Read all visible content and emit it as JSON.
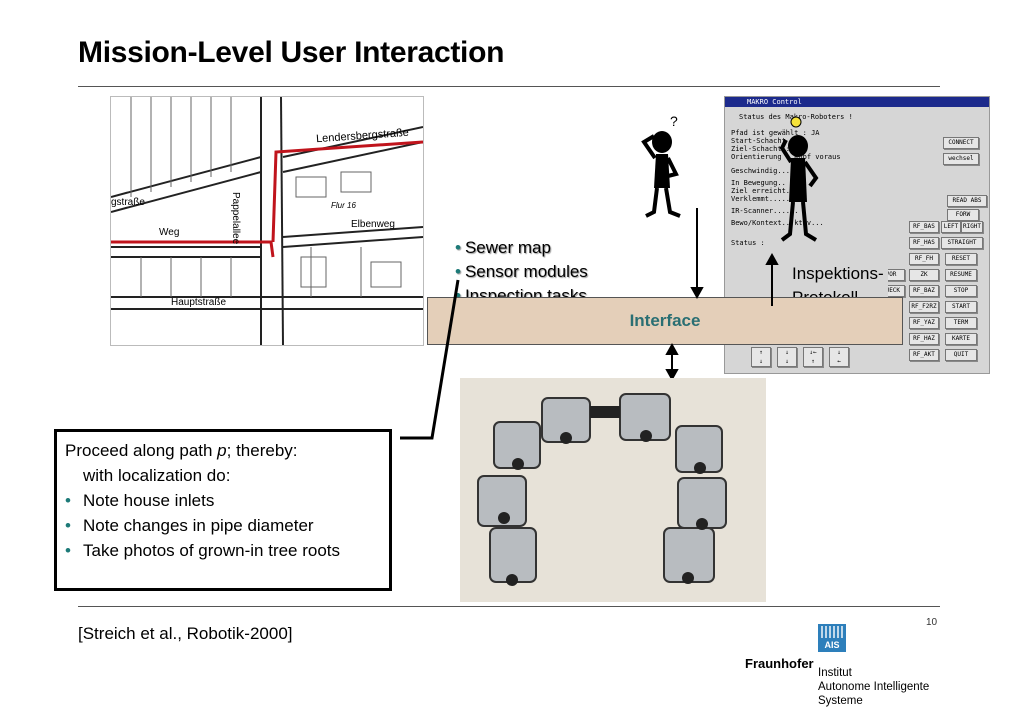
{
  "slide": {
    "title": "Mission-Level User Interaction",
    "page_number": "10",
    "citation": "[Streich et al., Robotik-2000]"
  },
  "map": {
    "streets": [
      "Lendersbergstraße",
      "Pappelallee",
      "Elbenweg",
      "gstraße",
      "Weg",
      "Hauptstraße",
      "Flur 16"
    ]
  },
  "bullets": [
    "Sewer map",
    "Sensor modules",
    "Inspection tasks"
  ],
  "interface_label": "Interface",
  "protokoll": [
    "Inspektions-",
    "Protokoll"
  ],
  "makro": {
    "window_title": "MAKRO Control",
    "status_line": "Status des Makro-Roboters !",
    "left_lines": [
      "Pfad ist gewählt :   JA",
      "Start-Schacht :",
      "Ziel-Schacht :",
      "Orientierung :        Kopf voraus",
      "Geschwindig...",
      "In Bewegung..",
      "Ziel erreicht..",
      "Verklemmt........",
      "IR-Scanner......",
      "Bewo/Kontext...ktiv...",
      "Status :"
    ],
    "buttons_top": [
      "CONNECT",
      "wechsel",
      "READ ABS",
      "FORW"
    ],
    "button_rows": [
      [
        "RF_BAS",
        "LEFT",
        "RIGHT"
      ],
      [
        "RF_HAS",
        "STRAIGHT"
      ],
      [
        "RF_FH",
        "RESET"
      ],
      [
        "VOR",
        "ZK",
        "RESUME"
      ],
      [
        "RUECK",
        "RF_BAZ",
        "STOP"
      ],
      [
        "RF_F2RZ",
        "START"
      ],
      [
        "RF_YAZ",
        "TERM"
      ],
      [
        "RF_HAZ",
        "KARTE"
      ],
      [
        "RF_AKT",
        "QUIT"
      ]
    ]
  },
  "procedure": {
    "line1_prefix": "Proceed along path ",
    "line1_var": "p",
    "line1_suffix": "; thereby:",
    "line2": "with localization do:",
    "items": [
      "Note house inlets",
      "Note changes in pipe diameter",
      "Take photos of grown-in tree roots"
    ]
  },
  "logo": {
    "org": "Fraunhofer",
    "badge": "AIS",
    "institute": [
      "Institut",
      "Autonome Intelligente",
      "Systeme"
    ]
  },
  "colors": {
    "accent": "#1d7a78",
    "interface_bg": "#e4cfb9",
    "logo_blue": "#2d7fbb"
  }
}
